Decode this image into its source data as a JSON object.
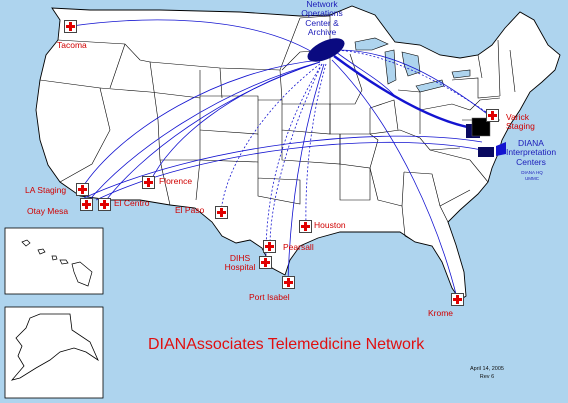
{
  "title": "DIANAssociates Telemedicine Network",
  "date_line": "April 14, 2005",
  "revision": "Rev 6",
  "hub": {
    "label": "Network Operations Center & Archive"
  },
  "interpretation": {
    "label": "DIANA Interpretation Centers",
    "sub1": "DIANA HQ",
    "sub2": "UMMC"
  },
  "sites": [
    {
      "id": "tacoma",
      "label": "Tacoma"
    },
    {
      "id": "la-staging",
      "label": "LA Staging"
    },
    {
      "id": "otay-mesa",
      "label": "Otay Mesa"
    },
    {
      "id": "el-centro",
      "label": "El Centro"
    },
    {
      "id": "florence",
      "label": "Florence"
    },
    {
      "id": "el-paso",
      "label": "El Paso"
    },
    {
      "id": "houston",
      "label": "Houston"
    },
    {
      "id": "pearsall",
      "label": "Pearsall"
    },
    {
      "id": "dihs-hospital",
      "label": "DIHS Hospital"
    },
    {
      "id": "port-isabel",
      "label": "Port Isabel"
    },
    {
      "id": "krome",
      "label": "Krome"
    },
    {
      "id": "varick-staging",
      "label": "Varick Staging"
    }
  ],
  "colors": {
    "ocean": "#aed4ee",
    "land": "#ffffff",
    "border": "#000000",
    "link": "#1414d0",
    "label": "#d00000",
    "title": "#e01010"
  }
}
